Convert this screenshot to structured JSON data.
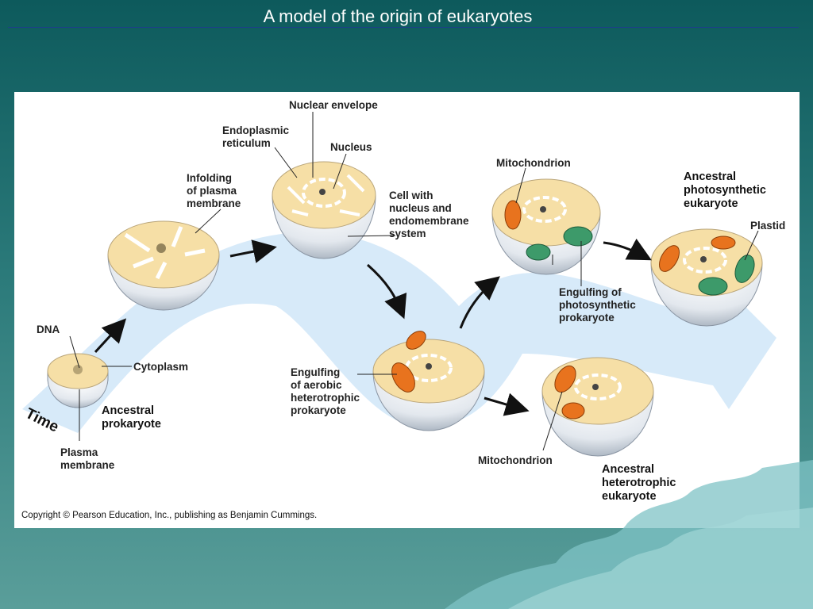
{
  "slide": {
    "title": "A model of the origin of eukaryotes"
  },
  "figure": {
    "labels": {
      "nuclear_envelope": "Nuclear envelope",
      "endoplasmic_reticulum": "Endoplasmic\nreticulum",
      "nucleus": "Nucleus",
      "infolding": "Infolding\nof plasma\nmembrane",
      "cell_with_nucleus": "Cell with\nnucleus and\nendomembrane\nsystem",
      "mitochondrion_top": "Mitochondrion",
      "ancestral_photosynthetic": "Ancestral\nphotosynthetic\neukaryote",
      "plastid": "Plastid",
      "engulfing_photosynthetic": "Engulfing of\nphotosynthetic\nprokaryote",
      "dna": "DNA",
      "cytoplasm": "Cytoplasm",
      "time": "Time",
      "ancestral_prokaryote": "Ancestral\nprokaryote",
      "plasma_membrane": "Plasma\nmembrane",
      "engulfing_aerobic": "Engulfing\nof aerobic\nheterotrophic\nprokaryote",
      "mitochondrion_bottom": "Mitochondrion",
      "ancestral_heterotrophic": "Ancestral\nheterotrophic\neukaryote"
    },
    "copyright": "Copyright © Pearson Education, Inc., publishing as Benjamin Cummings.",
    "colors": {
      "cytoplasm": "#f6dfa6",
      "cell_shell": "#dfe6ee",
      "time_band": "#cfe6f7",
      "mitochondrion": "#e8731e",
      "plastid": "#3d9a6a"
    }
  }
}
